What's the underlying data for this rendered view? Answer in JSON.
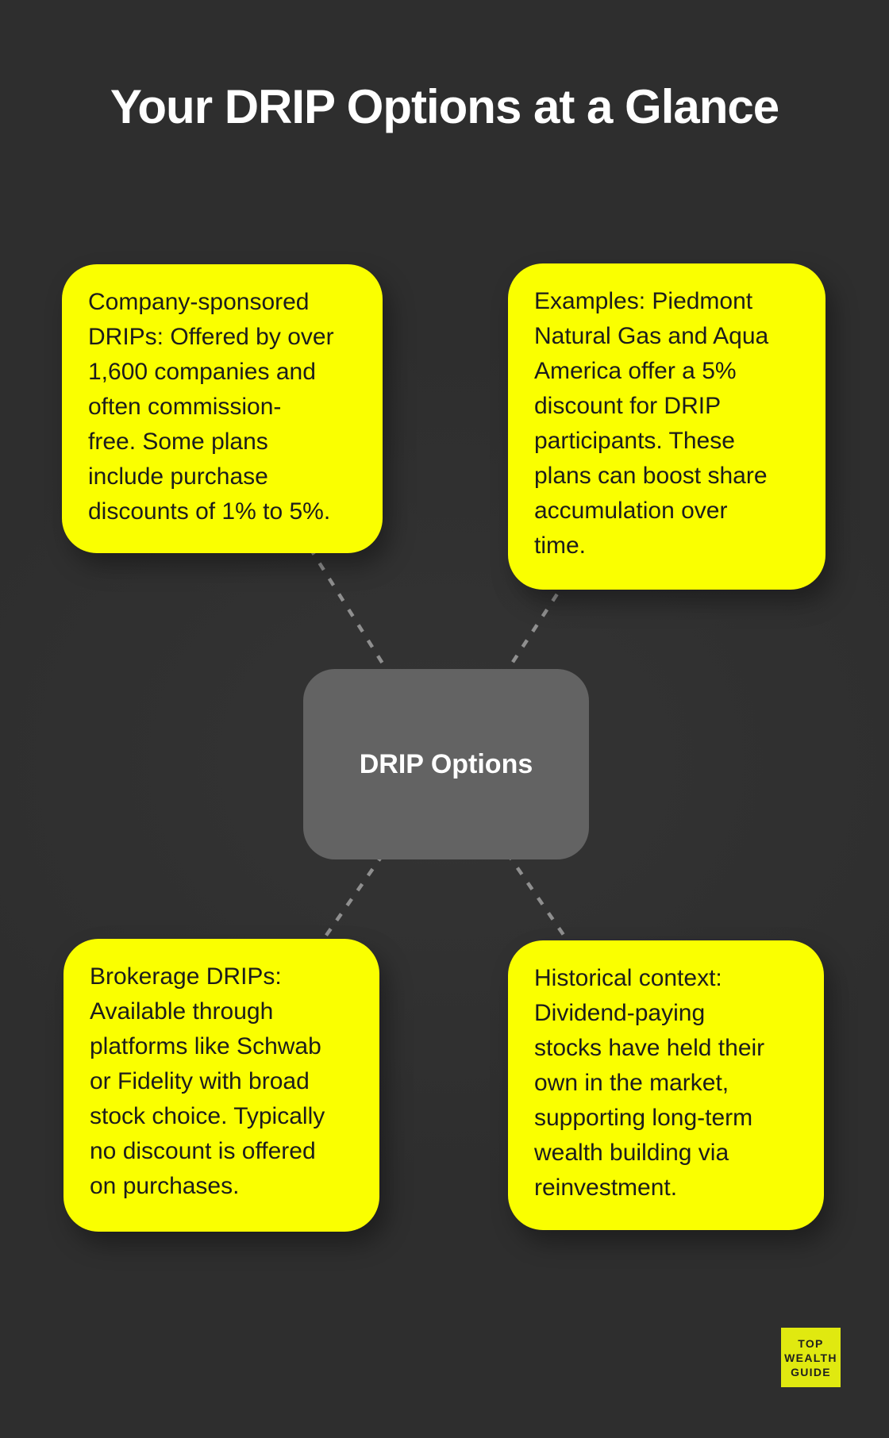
{
  "title": "Your DRIP Options at a Glance",
  "center_node": {
    "label": "DRIP Options"
  },
  "cards": {
    "top_left": {
      "lines": [
        "Company-sponsored",
        "DRIPs: Offered by over",
        "1,600 companies and",
        "often commission-",
        "free. Some plans",
        "include purchase",
        "discounts of 1% to 5%."
      ]
    },
    "top_right": {
      "lines": [
        "Examples: Piedmont",
        "Natural Gas and Aqua",
        "America offer a 5%",
        "discount for DRIP",
        "participants. These",
        "plans can boost share",
        "accumulation over",
        "time."
      ]
    },
    "bottom_left": {
      "lines": [
        "Brokerage DRIPs:",
        "Available through",
        "platforms like Schwab",
        "or Fidelity with broad",
        "stock choice. Typically",
        "no discount is offered",
        "on purchases."
      ]
    },
    "bottom_right": {
      "lines": [
        "Historical context:",
        "Dividend-paying",
        "stocks have held their",
        "own in the market,",
        "supporting long-term",
        "wealth building via",
        "reinvestment."
      ]
    }
  },
  "logo": {
    "lines": [
      "TOP",
      "WEALTH",
      "GUIDE"
    ]
  },
  "colors": {
    "background": "#2E2E2E",
    "card_yellow": "#FAFF00",
    "node_gray": "#636363",
    "dash_gray": "#8F8F8F",
    "card_text": "#1C1C1C",
    "title_white": "#FFFFFF",
    "logo_yellow": "#E0E910",
    "logo_text": "#1F1F1F"
  }
}
